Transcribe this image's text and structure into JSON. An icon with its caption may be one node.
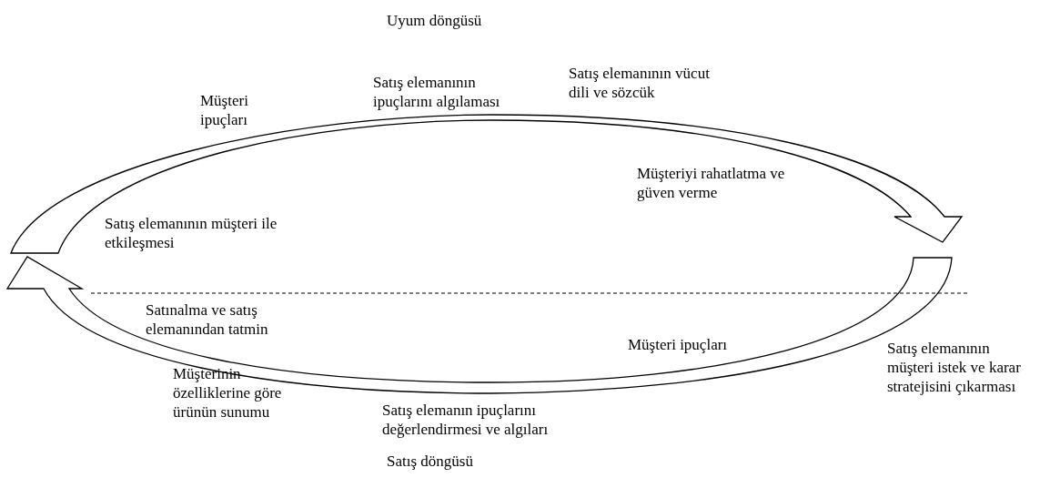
{
  "diagram": {
    "labels": [
      "Uyum döngüsü",
      "Müşteri ipuçları",
      "Satış elemanının ipuçlarını algılaması",
      "Satış elemanının vücut dili ve sözcük",
      "Müşteriyi rahatlatma ve güven verme",
      "Satış elemanının müşteri ile etkileşmesi",
      "Satınalma ve satış elemanından tatmin",
      "Satış elemanının müşteri istek ve karar stratejisini çıkarması",
      "Müşterinin özelliklerine göre ürünün sunumu",
      "Satış elemanın ipuçlarını değerlendirmesi ve algıları",
      "Müşteri ipuçları",
      "Satış döngüsü"
    ]
  }
}
